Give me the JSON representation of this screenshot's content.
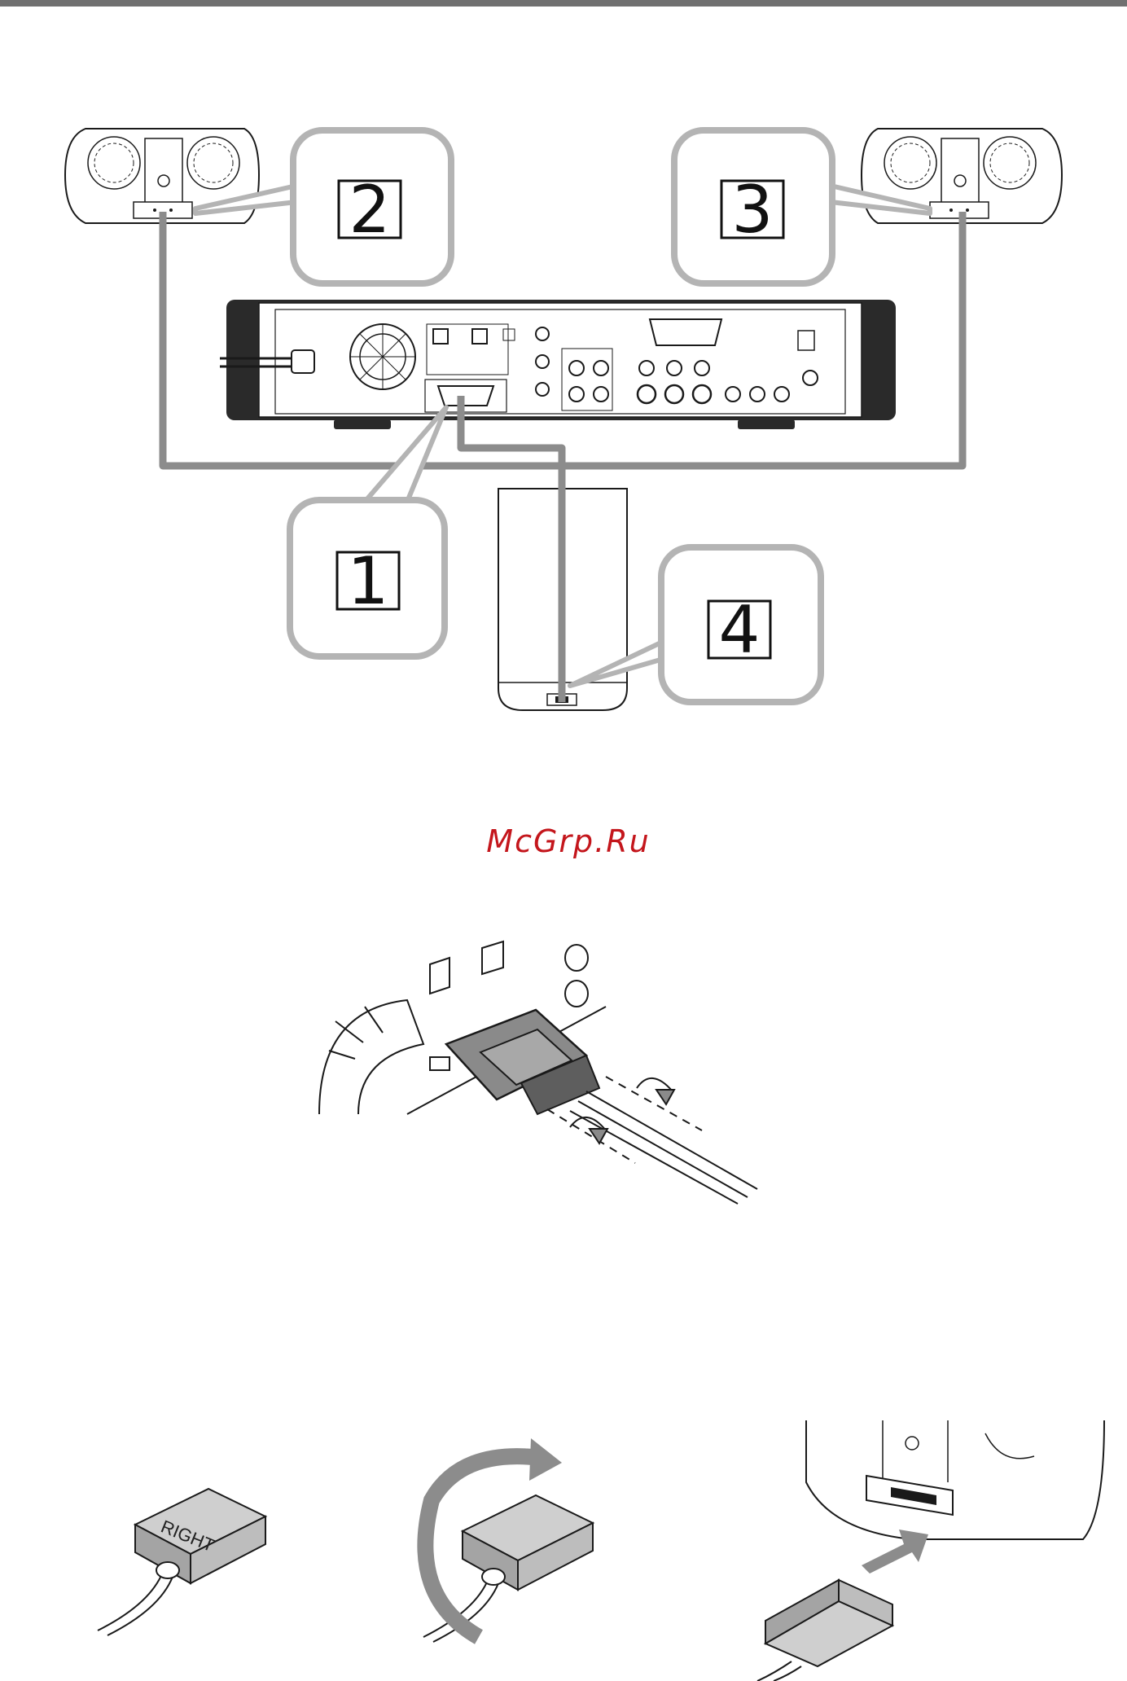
{
  "header_rule_color": "#707070",
  "callouts": [
    {
      "id": "callout-1",
      "label": "1"
    },
    {
      "id": "callout-2",
      "label": "2"
    },
    {
      "id": "callout-3",
      "label": "3"
    },
    {
      "id": "callout-4",
      "label": "4"
    }
  ],
  "watermark": {
    "text": "McGrp.Ru",
    "color": "#c4161c"
  },
  "plug_label": "RIGHT",
  "colors": {
    "cable": "#8c8c8c",
    "callout_border": "#b4b4b4",
    "line": "#1a1a1a"
  }
}
